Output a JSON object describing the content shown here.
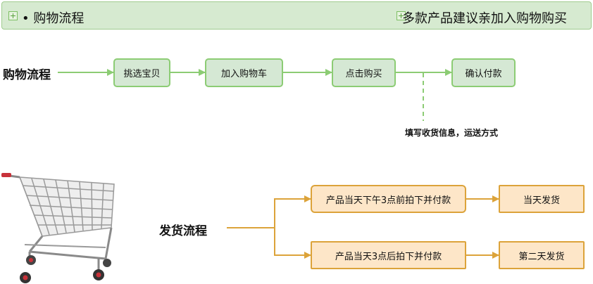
{
  "banner": {
    "left": "• 购物流程",
    "right": "多款产品建议亲加入购物购买"
  },
  "shopping": {
    "title": "购物流程",
    "steps": [
      "挑选宝贝",
      "加入购物车",
      "点击购买",
      "确认付款"
    ],
    "note": "填写收货信息，运送方式"
  },
  "shipping": {
    "title": "发货流程",
    "conditions": [
      "产品当天下午3点前拍下并付款",
      "产品当天3点后拍下并付款"
    ],
    "results": [
      "当天发货",
      "第二天发货"
    ]
  },
  "colors": {
    "green": "#8ccc74",
    "green_fill": "#d5e8d4",
    "orange": "#dca33a",
    "orange_fill": "#fde6c8"
  },
  "image": {
    "description_icon": "shopping-cart-icon"
  }
}
